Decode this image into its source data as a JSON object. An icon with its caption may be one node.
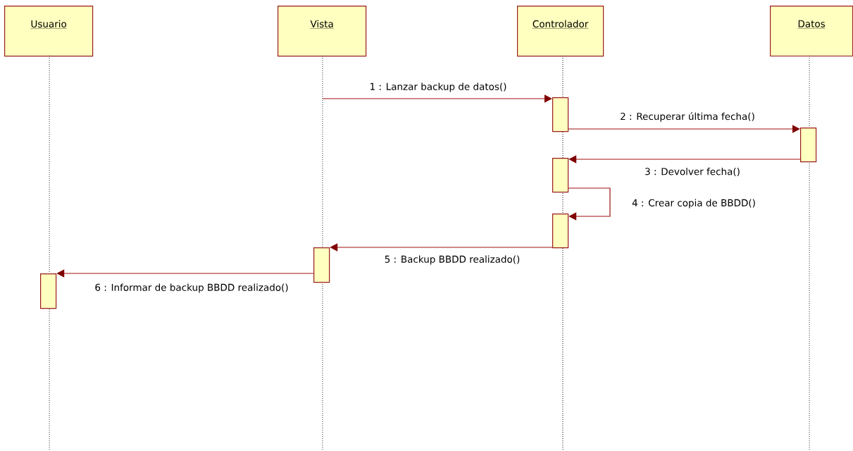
{
  "diagram": {
    "nodes": [
      {
        "text": [
          "Usuario"
        ]
      },
      {
        "text": [
          "Vista"
        ]
      },
      {
        "text": [
          "Controlador"
        ]
      },
      {
        "text": [
          "Datos"
        ]
      },
      {
        "text": [],
        "shape": "bar"
      },
      {
        "text": [],
        "shape": "bar"
      },
      {
        "text": [],
        "shape": "bar"
      },
      {
        "text": [],
        "shape": "bar"
      },
      {
        "text": [],
        "shape": "bar"
      },
      {
        "text": [],
        "shape": "bar"
      }
    ],
    "edges": [
      {
        "from": 1,
        "to": 4,
        "arrow": "to",
        "label": "1 : Lanzar backup de datos()"
      },
      {
        "from": 4,
        "to": 5,
        "arrow": "to",
        "label": "2 : Recuperar última fecha()"
      },
      {
        "from": 5,
        "to": 6,
        "arrow": "to",
        "label": "3 : Devolver fecha()"
      },
      {
        "from": 6,
        "to": 7,
        "arrow": "to",
        "label": "4 : Crear copia de BBDD()"
      },
      {
        "from": 7,
        "to": 8,
        "arrow": "to",
        "label": "5 : Backup BBDD realizado()"
      },
      {
        "from": 8,
        "to": 9,
        "arrow": "to",
        "label": "6 : Informar de backup BBDD realizado()"
      }
    ]
  }
}
